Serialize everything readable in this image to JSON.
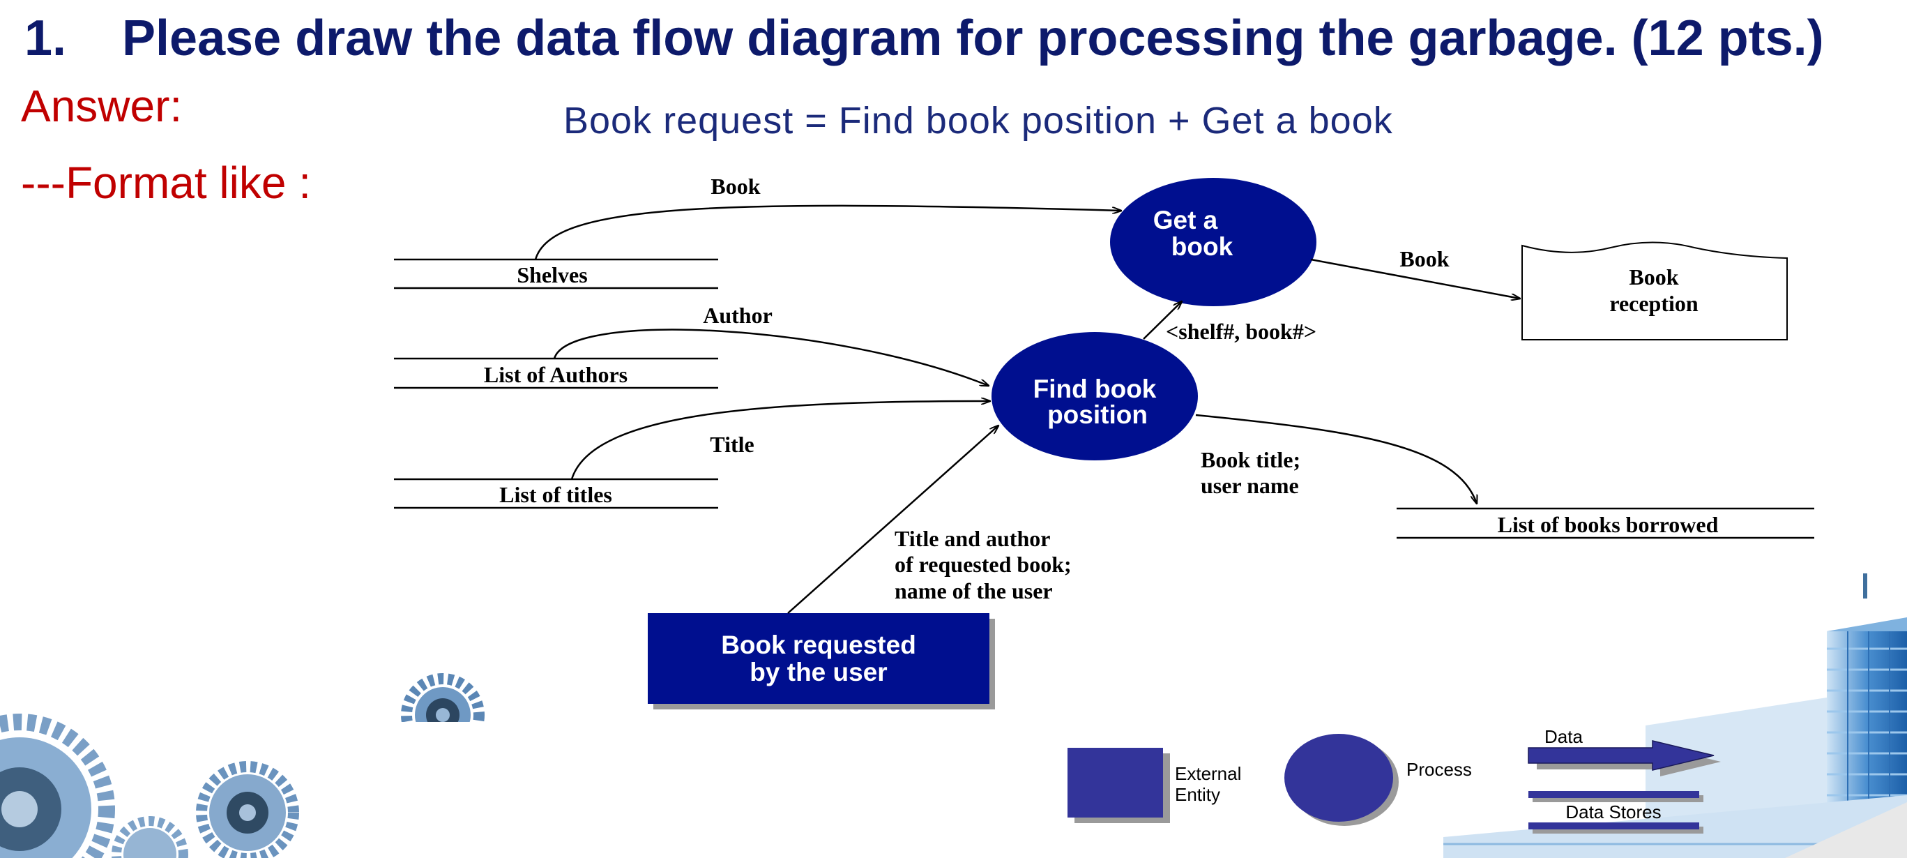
{
  "slide": {
    "question_number": "1.",
    "question_text": "Please draw the data flow diagram for processing the garbage. (12 pts.)",
    "answer_label": "Answer:",
    "format_label": "---Format like :"
  },
  "diagram": {
    "equation": "Book request = Find book position + Get a book",
    "processes": {
      "get_book": [
        "Get a",
        "book"
      ],
      "find_position": [
        "Find book",
        "position"
      ]
    },
    "stores": {
      "shelves": "Shelves",
      "authors": "List of Authors",
      "titles": "List of titles",
      "borrowed": "List of books borrowed"
    },
    "entities": {
      "requester": [
        "Book requested",
        "by the user"
      ],
      "reception": [
        "Book",
        "reception"
      ]
    },
    "flows": {
      "book_from_shelves": "Book",
      "author": "Author",
      "title": "Title",
      "shelf_book": "<shelf#, book#>",
      "book_out": "Book",
      "title_user": [
        "Book title;",
        "user name"
      ],
      "request": [
        "Title and author",
        "of requested book;",
        "name of the user"
      ]
    }
  },
  "legend": {
    "external_entity": [
      "External",
      "Entity"
    ],
    "process": "Process",
    "data": "Data",
    "data_stores": "Data Stores"
  },
  "colors": {
    "title": "#0d1a6b",
    "answer": "#c00000",
    "process_fill": "#000f8f",
    "legend_fill": "#33349a"
  }
}
